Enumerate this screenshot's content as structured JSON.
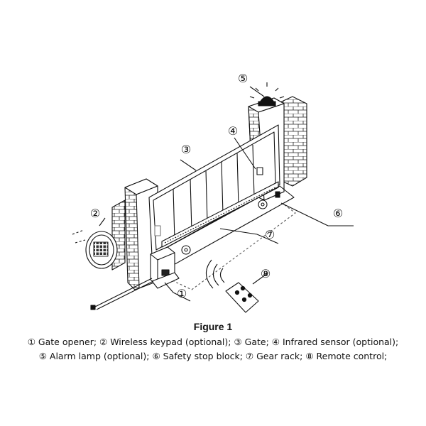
{
  "figure": {
    "title": "Figure 1",
    "legend_line1": "① Gate opener; ② Wireless keypad (optional); ③ Gate; ④ Infrared sensor (optional);",
    "legend_line2": "⑤ Alarm lamp (optional); ⑥ Safety stop block; ⑦ Gear rack; ⑧ Remote control;"
  },
  "callouts": [
    {
      "id": "1",
      "symbol": "①"
    },
    {
      "id": "2",
      "symbol": "②"
    },
    {
      "id": "3",
      "symbol": "③"
    },
    {
      "id": "4",
      "symbol": "④"
    },
    {
      "id": "5",
      "symbol": "⑤"
    },
    {
      "id": "6",
      "symbol": "⑥"
    },
    {
      "id": "7",
      "symbol": "⑦"
    },
    {
      "id": "8",
      "symbol": "⑧"
    }
  ],
  "icons": [
    "gate-opener-icon",
    "keypad-icon",
    "alarm-lamp-icon",
    "remote-control-icon",
    "brick-pillar-icon"
  ],
  "colors": {
    "line": "#111111",
    "background": "#ffffff"
  }
}
